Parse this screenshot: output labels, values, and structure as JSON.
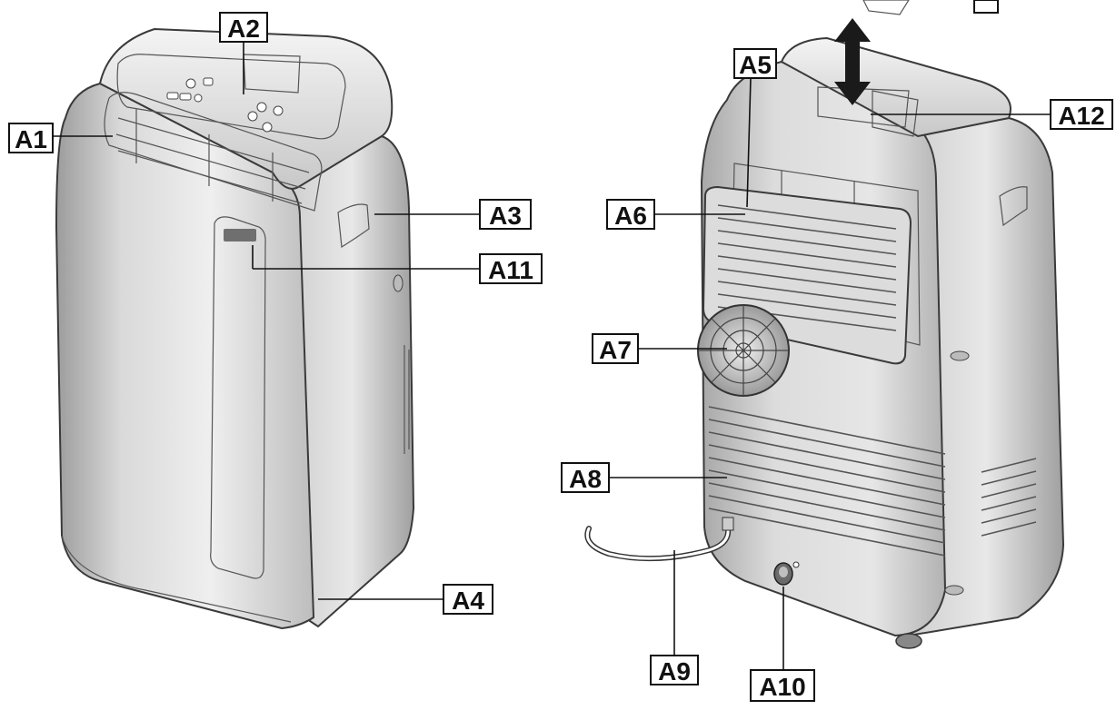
{
  "colors": {
    "body_light": "#efefef",
    "body_mid": "#d6d6d6",
    "body_dark": "#a8a8a8",
    "outline": "#3a3a3a",
    "label_text": "#111111"
  },
  "labels": {
    "A1": "A1",
    "A2": "A2",
    "A3": "A3",
    "A4": "A4",
    "A5": "A5",
    "A6": "A6",
    "A7": "A7",
    "A8": "A8",
    "A9": "A9",
    "A10": "A10",
    "A11": "A11",
    "A12": "A12"
  },
  "icons": [
    "double-arrow-icon",
    "fan-guard-icon",
    "drain-cap-icon"
  ]
}
